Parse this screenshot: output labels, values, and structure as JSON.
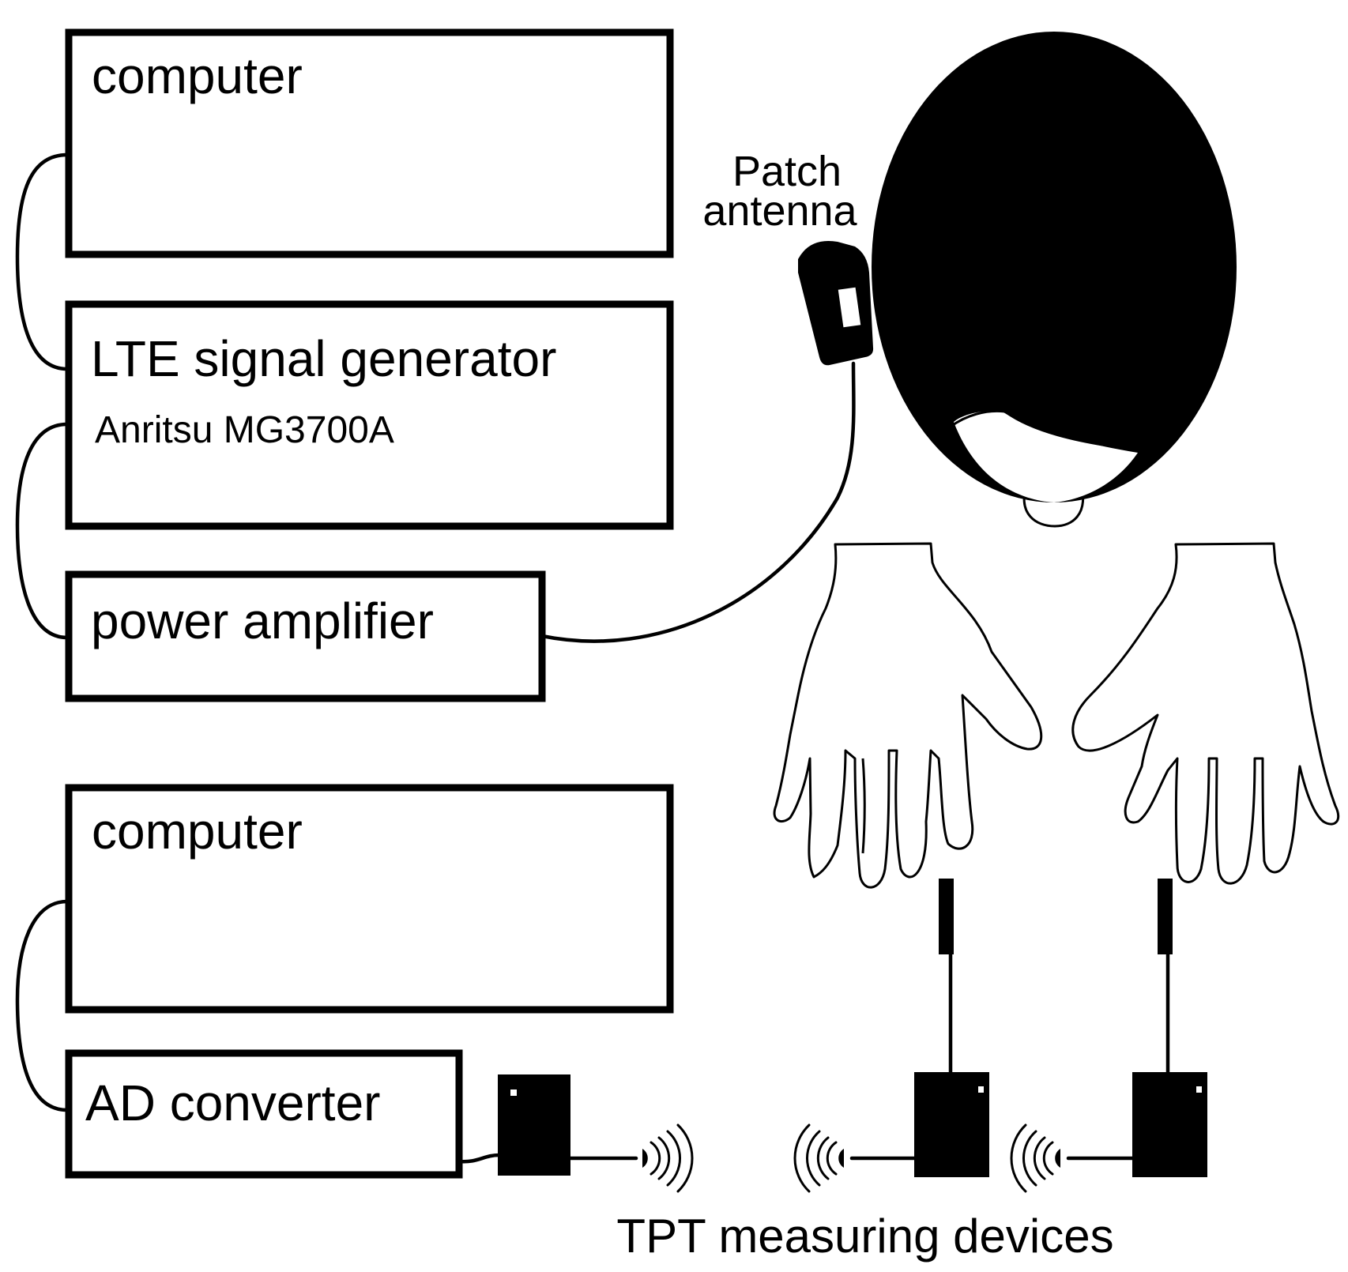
{
  "boxes": {
    "computer_top": "computer",
    "lte_title": "LTE signal generator",
    "lte_model": "Anritsu MG3700A",
    "power_amplifier": "power amplifier",
    "computer_bottom": "computer",
    "ad_converter": "AD converter"
  },
  "labels": {
    "patch_line1": "Patch",
    "patch_line2": "antenna",
    "tpt_devices": "TPT measuring devices"
  }
}
